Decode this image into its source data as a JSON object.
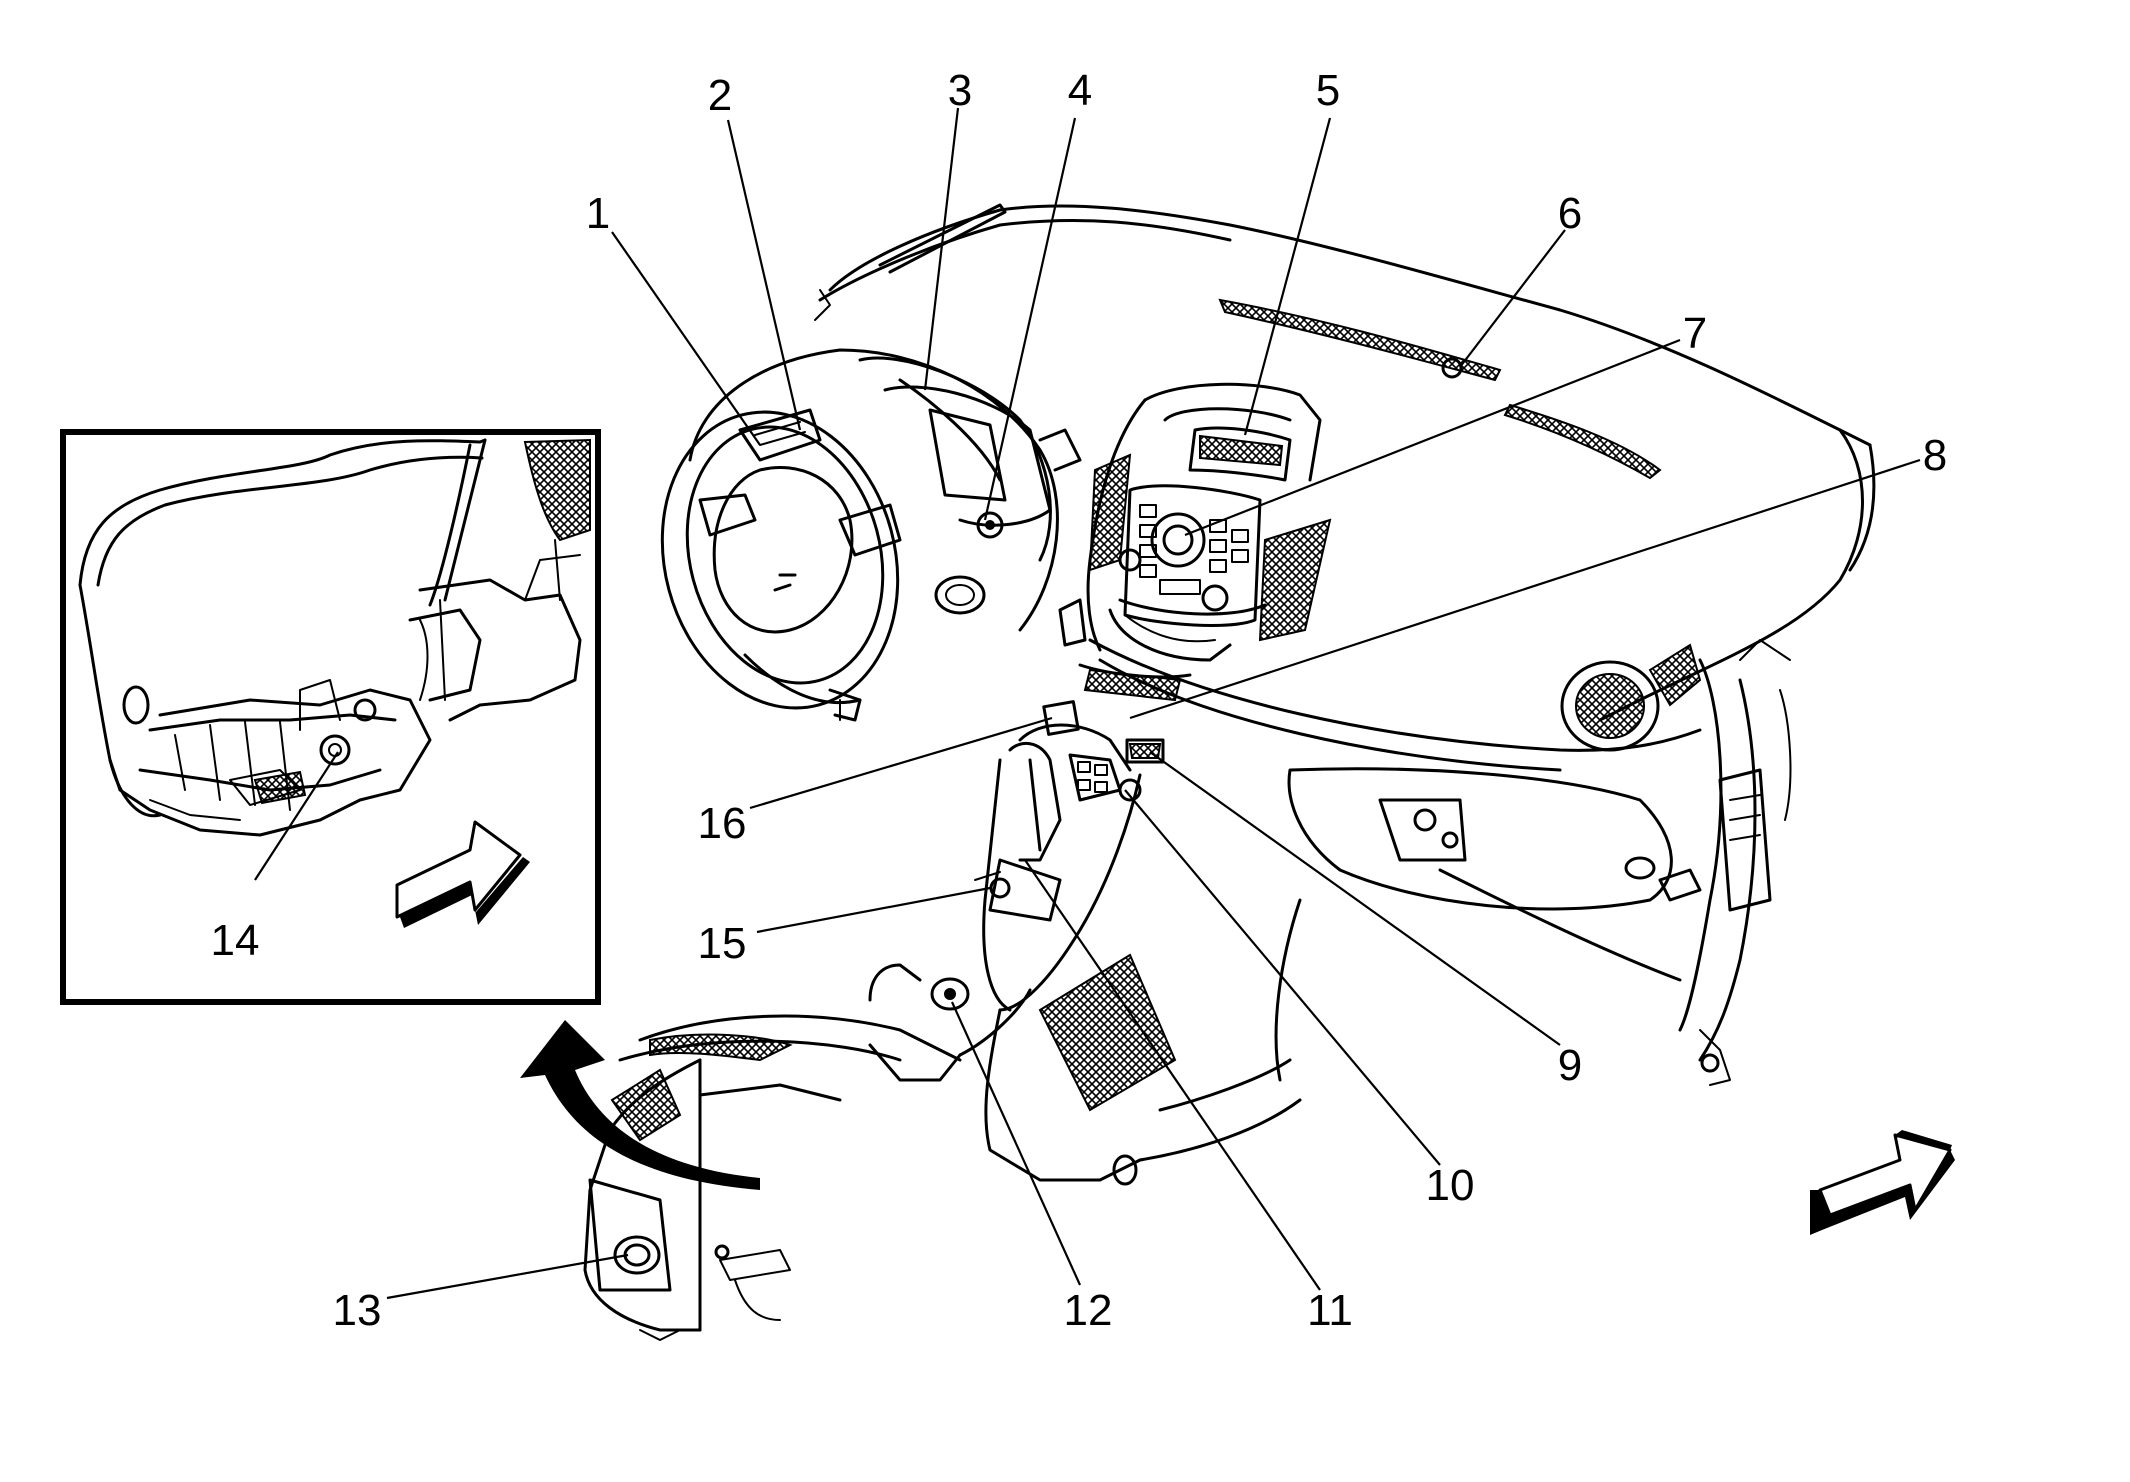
{
  "callouts": [
    {
      "id": "1",
      "text": "1"
    },
    {
      "id": "2",
      "text": "2"
    },
    {
      "id": "3",
      "text": "3"
    },
    {
      "id": "4",
      "text": "4"
    },
    {
      "id": "5",
      "text": "5"
    },
    {
      "id": "6",
      "text": "6"
    },
    {
      "id": "7",
      "text": "7"
    },
    {
      "id": "8",
      "text": "8"
    },
    {
      "id": "9",
      "text": "9"
    },
    {
      "id": "10",
      "text": "10"
    },
    {
      "id": "11",
      "text": "11"
    },
    {
      "id": "12",
      "text": "12"
    },
    {
      "id": "13",
      "text": "13"
    },
    {
      "id": "14",
      "text": "14"
    },
    {
      "id": "15",
      "text": "15"
    },
    {
      "id": "16",
      "text": "16"
    }
  ],
  "icons": [
    "front-direction-arrow-icon",
    "inset-view-arrow-icon",
    "rotation-arrow-icon"
  ]
}
